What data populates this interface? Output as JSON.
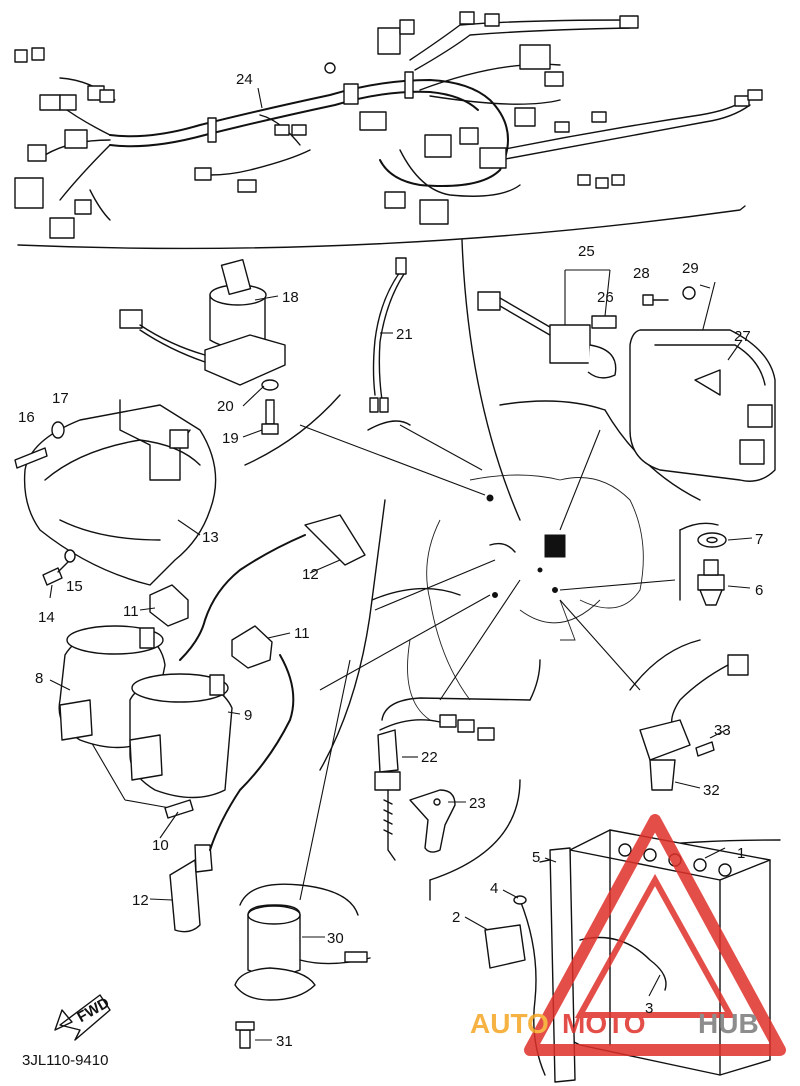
{
  "diagram_code": "3JL110-9410",
  "fwd_label": "FWD",
  "watermark": {
    "text_auto": "AUTO",
    "text_moto": "MOTO",
    "text_hub": "HUB",
    "color_orange": "#f5a623",
    "color_red": "#e0302a",
    "color_gray": "#7a7a7a"
  },
  "callouts": {
    "c1": "1",
    "c2": "2",
    "c3": "3",
    "c4": "4",
    "c5": "5",
    "c6": "6",
    "c7": "7",
    "c8": "8",
    "c9": "9",
    "c10": "10",
    "c11a": "11",
    "c11b": "11",
    "c12a": "12",
    "c12b": "12",
    "c13": "13",
    "c14": "14",
    "c15": "15",
    "c16": "16",
    "c17": "17",
    "c18": "18",
    "c19": "19",
    "c20": "20",
    "c21": "21",
    "c22": "22",
    "c23": "23",
    "c24": "24",
    "c25": "25",
    "c26": "26",
    "c27": "27",
    "c28": "28",
    "c29": "29",
    "c30": "30",
    "c31": "31",
    "c32": "32",
    "c33": "33"
  }
}
